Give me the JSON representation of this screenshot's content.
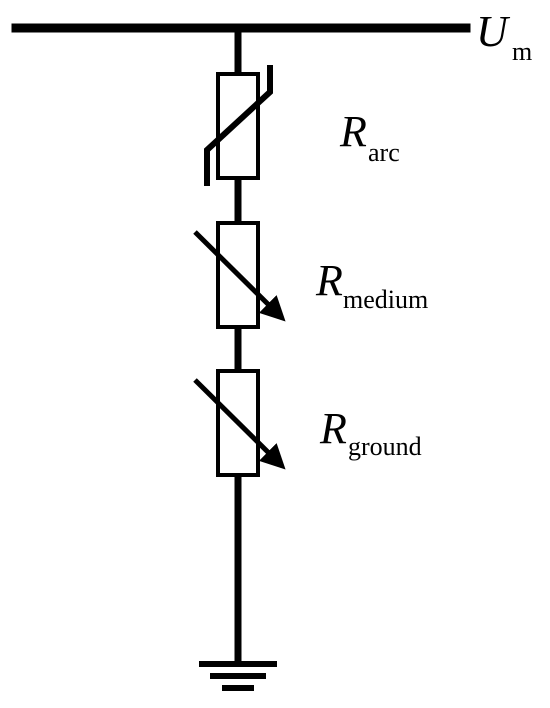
{
  "diagram": {
    "colors": {
      "stroke": "#000000",
      "fill": "#ffffff",
      "background": "#ffffff"
    },
    "bus": {
      "symbol": "U",
      "subscript": "m"
    },
    "components": [
      {
        "symbol": "R",
        "subscript": "arc",
        "kind": "nonlinear-resistor"
      },
      {
        "symbol": "R",
        "subscript": "medium",
        "kind": "variable-resistor"
      },
      {
        "symbol": "R",
        "subscript": "ground",
        "kind": "variable-resistor"
      }
    ],
    "ground_icon": "ground-icon"
  }
}
